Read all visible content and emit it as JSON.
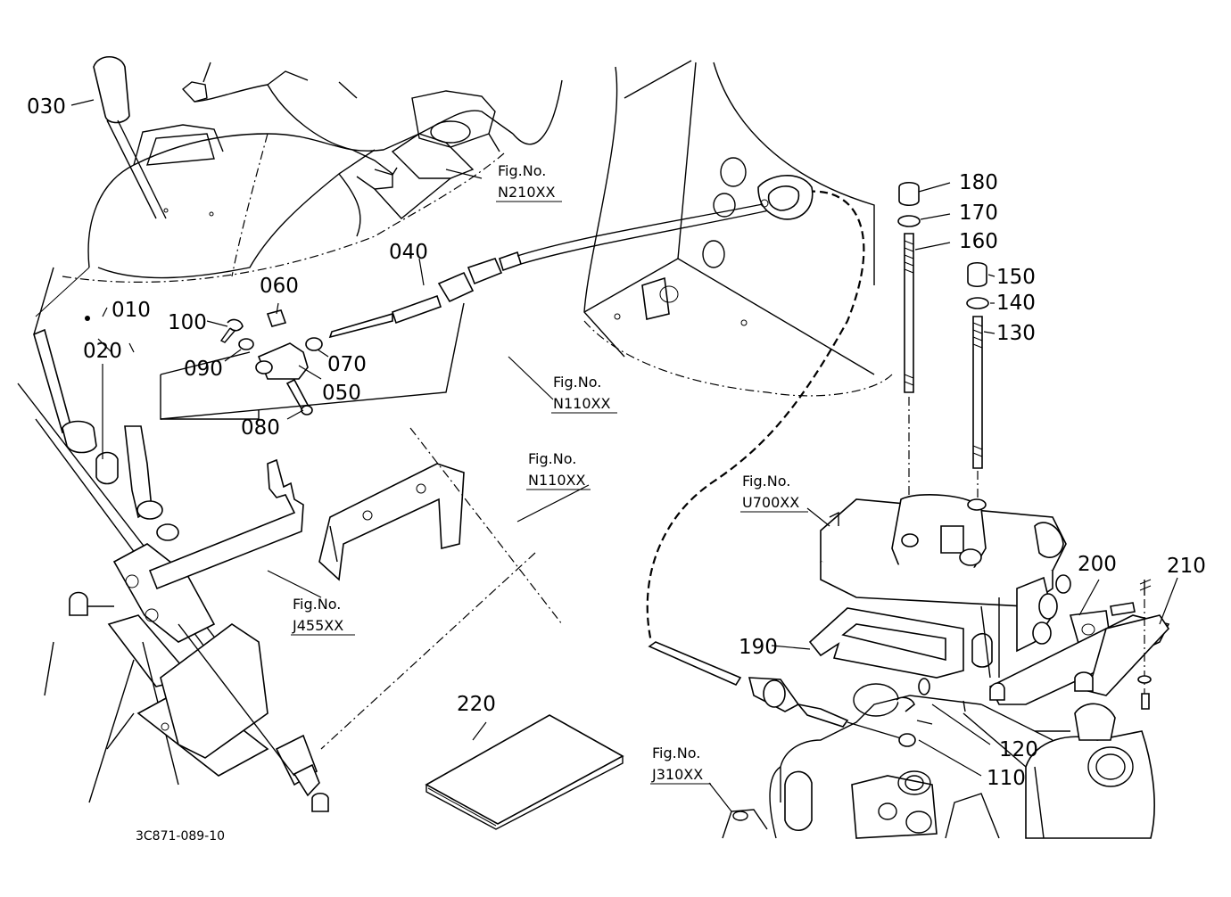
{
  "diagram": {
    "code": "3C871-089-10",
    "part_numbers": {
      "p010": "010",
      "p020": "020",
      "p030": "030",
      "p040": "040",
      "p050": "050",
      "p060": "060",
      "p070": "070",
      "p080": "080",
      "p090": "090",
      "p100": "100",
      "p110": "110",
      "p120": "120",
      "p130": "130",
      "p140": "140",
      "p150": "150",
      "p160": "160",
      "p170": "170",
      "p180": "180",
      "p190": "190",
      "p200": "200",
      "p210": "210",
      "p220": "220"
    },
    "figure_refs": {
      "label": "Fig.No.",
      "n210": "N210XX",
      "n110_top": "N110XX",
      "n110_mid": "N110XX",
      "j455": "J455XX",
      "u700": "U700XX",
      "j310": "J310XX"
    }
  }
}
